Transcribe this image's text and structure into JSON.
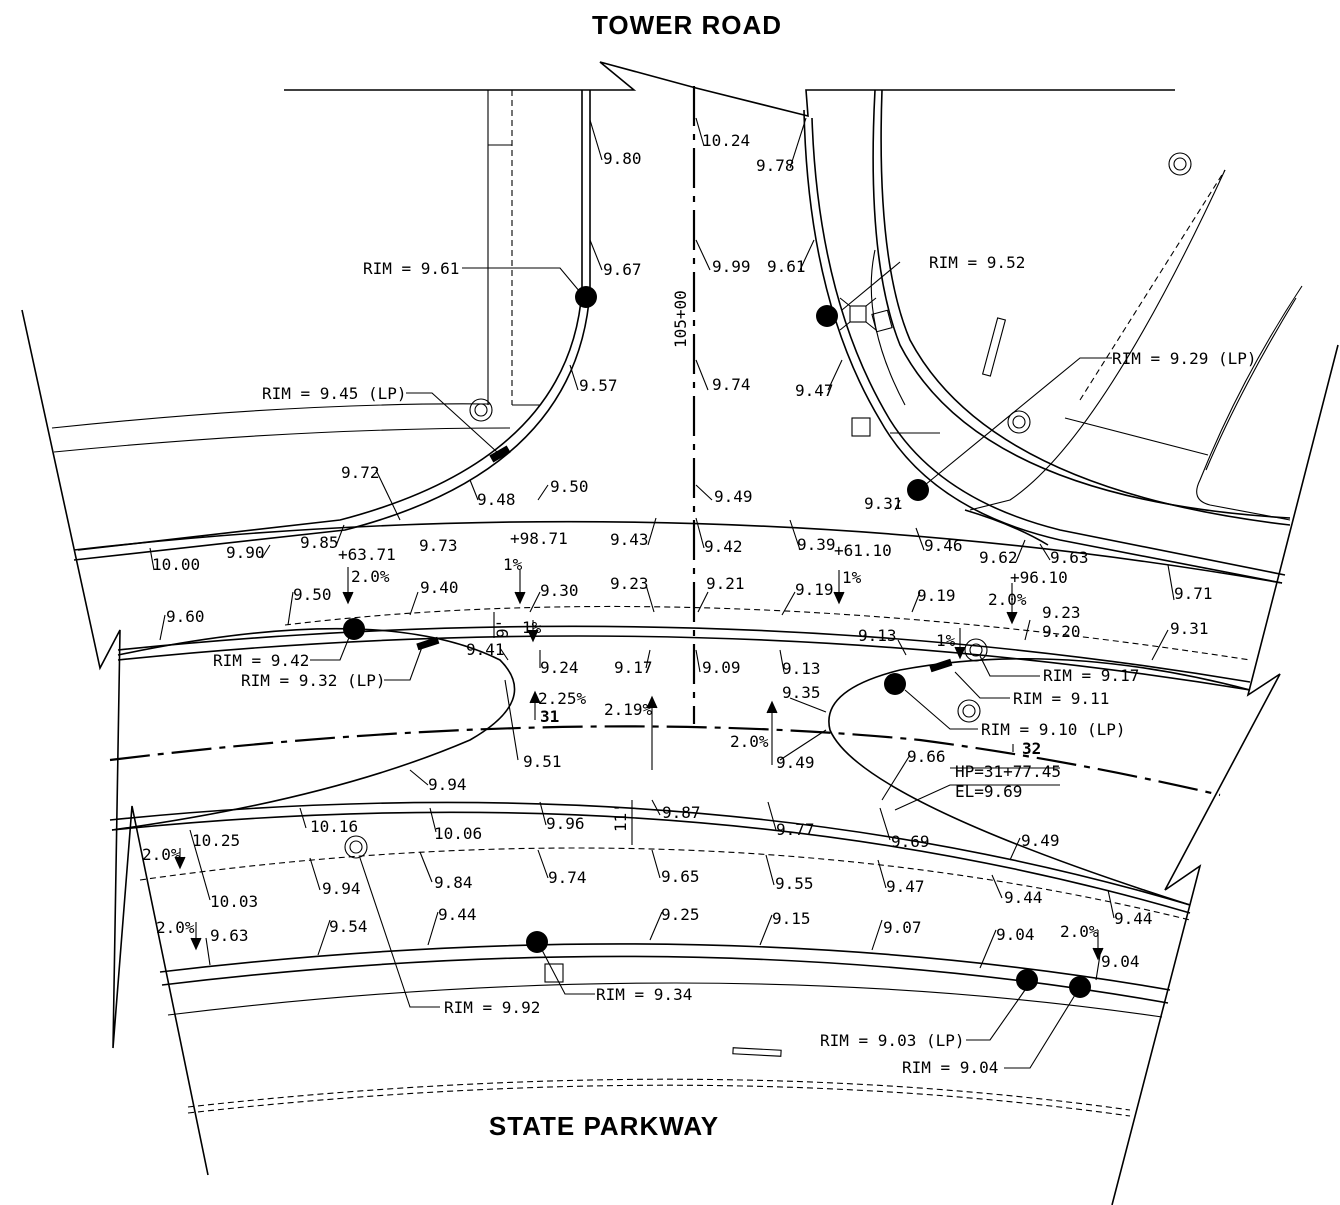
{
  "streets": {
    "top": "TOWER ROAD",
    "bottom": "STATE PARKWAY"
  },
  "station_105": "105+00",
  "station_31": "31",
  "station_32": "32",
  "hp": {
    "station": "HP=31+77.45",
    "elevation": "EL=9.69"
  },
  "rims": [
    "RIM = 9.61",
    "RIM = 9.52",
    "RIM = 9.29 (LP)",
    "RIM = 9.45 (LP)",
    "RIM = 9.42",
    "RIM = 9.32 (LP)",
    "RIM = 9.17",
    "RIM = 9.11",
    "RIM = 9.10 (LP)",
    "RIM = 9.92",
    "RIM = 9.34",
    "RIM = 9.03 (LP)",
    "RIM = 9.04"
  ],
  "elevations": [
    "9.80",
    "10.24",
    "9.78",
    "9.67",
    "9.99",
    "9.61",
    "9.57",
    "9.74",
    "9.47",
    "9.72",
    "9.48",
    "9.50",
    "9.49",
    "9.31",
    "10.00",
    "9.90",
    "9.85",
    "9.73",
    "9.43",
    "9.42",
    "9.39",
    "9.46",
    "9.62",
    "9.63",
    "9.71",
    "9.60",
    "9.50",
    "9.40",
    "9.30",
    "9.23",
    "9.21",
    "9.19",
    "9.19",
    "9.23",
    "9.20",
    "9.31",
    "9.13",
    "9.41",
    "9.24",
    "9.17",
    "9.09",
    "9.13",
    "9.35",
    "9.51",
    "9.49",
    "9.66",
    "9.94",
    "10.16",
    "10.06",
    "9.96",
    "9.87",
    "9.77",
    "9.69",
    "9.49",
    "10.25",
    "10.03",
    "9.94",
    "9.84",
    "9.74",
    "9.65",
    "9.55",
    "9.47",
    "9.44",
    "9.44",
    "9.63",
    "9.54",
    "9.44",
    "9.25",
    "9.15",
    "9.07",
    "9.04",
    "9.04"
  ],
  "stations": [
    "+63.71",
    "+98.71",
    "+61.10",
    "+96.10"
  ],
  "slopes": [
    "2.0%",
    "1%",
    "1%",
    "2.0%",
    "1%",
    "1%",
    "2.25%",
    "2.19%",
    "2.0%",
    "2.0%",
    "2.0%",
    "2.0%"
  ],
  "dims": [
    "9'",
    "11'"
  ]
}
